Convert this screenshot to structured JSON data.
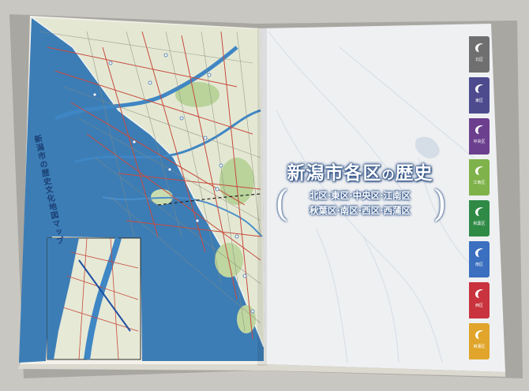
{
  "title": {
    "main_a": "新潟市各区",
    "main_b": "の",
    "main_c": "歴史",
    "districts_line1": "北区·東区·中央区·江南区",
    "districts_line2": "秋葉区·南区·西区·西蒲区"
  },
  "map_title": "新潟市の歴史文化地図マップ",
  "tabs": [
    {
      "label": "北区",
      "color": "#6f6f6f"
    },
    {
      "label": "東区",
      "color": "#4d4b8e"
    },
    {
      "label": "中央区",
      "color": "#6c3f8e"
    },
    {
      "label": "江南区",
      "color": "#7fb24a"
    },
    {
      "label": "秋葉区",
      "color": "#2f8a46"
    },
    {
      "label": "南区",
      "color": "#3b6fc0"
    },
    {
      "label": "西区",
      "color": "#c9333d"
    },
    {
      "label": "西蒲区",
      "color": "#e0a52a"
    }
  ],
  "colors": {
    "sea": "#3f7fb8",
    "land": "#e9ecd8",
    "page": "#eef0f2",
    "background": "#c9c7c1"
  }
}
